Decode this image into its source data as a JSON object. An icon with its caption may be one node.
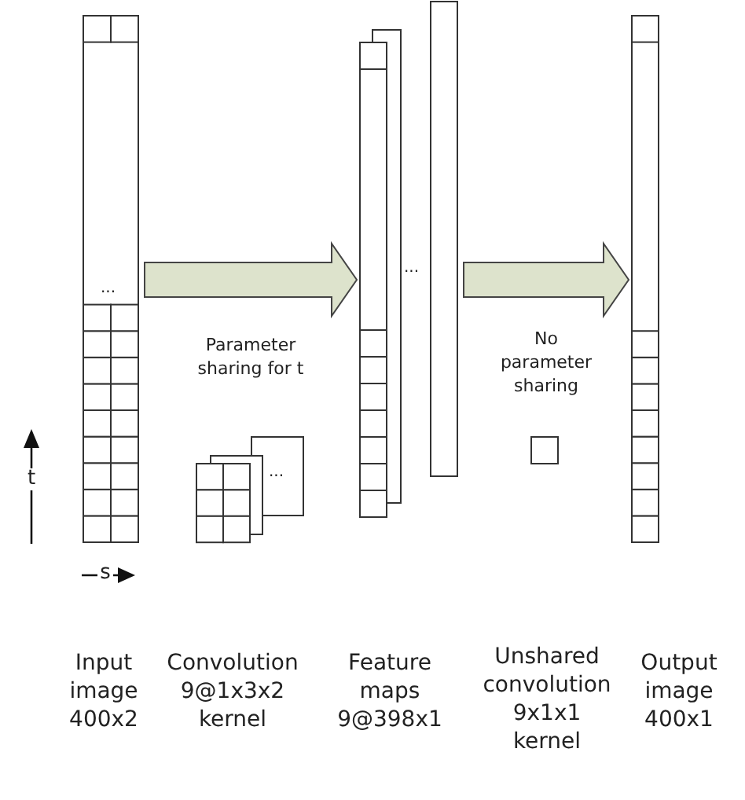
{
  "diagram": {
    "nodes": [
      {
        "text": [
          "..."
        ]
      },
      {
        "text": [
          "..."
        ]
      },
      {
        "text": [],
        "shape": "bar"
      },
      {
        "text": [
          "..."
        ]
      },
      {
        "text": [],
        "shape": "box"
      }
    ],
    "edges": [
      {
        "from": 0,
        "to": 1,
        "arrow": "to",
        "label": "Parameter sharing for t"
      },
      {
        "from": 1,
        "to": 2,
        "arrow": "to",
        "label": "No parameter sharing"
      }
    ],
    "labels": [
      "t",
      "s",
      "Input image 400x2",
      "Convolution 9@1x3x2 kernel",
      "Feature maps 9@398x1",
      "Unshared convolution 9x1x1 kernel",
      "Output image 400x1"
    ]
  }
}
